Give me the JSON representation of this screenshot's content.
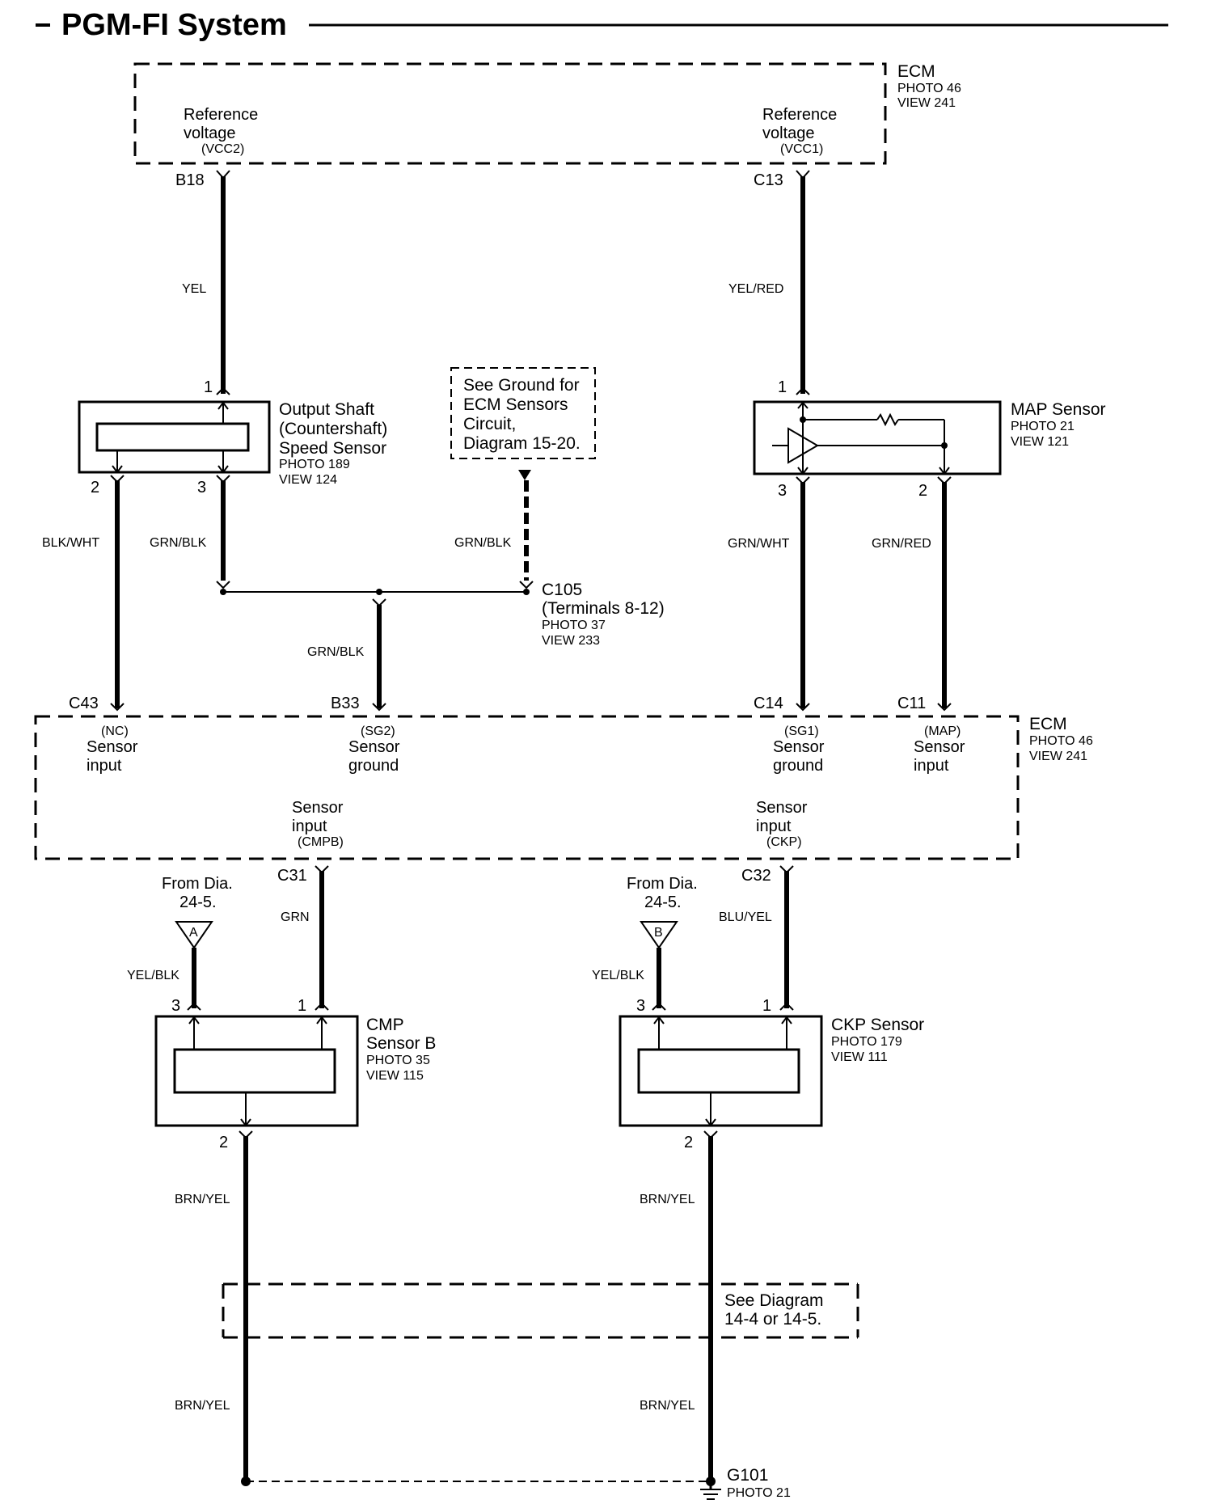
{
  "title": "PGM-FI System",
  "ecm_top": {
    "name": "ECM",
    "photo": "PHOTO 46",
    "view": "VIEW 241",
    "left_ref": {
      "line1": "Reference",
      "line2": "voltage",
      "code": "(VCC2)",
      "pin": "B18",
      "wire": "YEL"
    },
    "right_ref": {
      "line1": "Reference",
      "line2": "voltage",
      "code": "(VCC1)",
      "pin": "C13",
      "wire": "YEL/RED"
    }
  },
  "speed_sensor": {
    "line1": "Output Shaft",
    "line2": "(Countershaft)",
    "line3": "Speed Sensor",
    "photo": "PHOTO 189",
    "view": "VIEW 124",
    "pin1": "1",
    "pin2": "2",
    "pin3": "3",
    "wire_pin2": "BLK/WHT",
    "wire_pin3": "GRN/BLK"
  },
  "ground_note": {
    "line1": "See Ground for",
    "line2": "ECM Sensors",
    "line3": "Circuit,",
    "line4": "Diagram 15-20.",
    "wire": "GRN/BLK"
  },
  "c105": {
    "name": "C105",
    "terminals": "(Terminals 8-12)",
    "photo": "PHOTO 37",
    "view": "VIEW 233",
    "wire_down": "GRN/BLK"
  },
  "map_sensor": {
    "name": "MAP Sensor",
    "photo": "PHOTO 21",
    "view": "VIEW 121",
    "pin1": "1",
    "pin2": "2",
    "pin3": "3",
    "wire_pin3": "GRN/WHT",
    "wire_pin2": "GRN/RED"
  },
  "ecm_mid": {
    "name": "ECM",
    "photo": "PHOTO 46",
    "view": "VIEW 241",
    "pins": [
      {
        "pin": "C43",
        "code": "(NC)",
        "line1": "Sensor",
        "line2": "input"
      },
      {
        "pin": "B33",
        "code": "(SG2)",
        "line1": "Sensor",
        "line2": "ground"
      },
      {
        "pin": "C14",
        "code": "(SG1)",
        "line1": "Sensor",
        "line2": "ground"
      },
      {
        "pin": "C11",
        "code": "(MAP)",
        "line1": "Sensor",
        "line2": "input"
      }
    ],
    "lower_left": {
      "line1": "Sensor",
      "line2": "input",
      "code": "(CMPB)",
      "pin": "C31",
      "wire": "GRN"
    },
    "lower_right": {
      "line1": "Sensor",
      "line2": "input",
      "code": "(CKP)",
      "pin": "C32",
      "wire": "BLU/YEL"
    }
  },
  "cmp_sensor": {
    "line1": "CMP",
    "line2": "Sensor B",
    "photo": "PHOTO 35",
    "view": "VIEW 115",
    "pin1": "1",
    "pin2": "2",
    "pin3": "3",
    "from_line1": "From Dia.",
    "from_line2": "24-5.",
    "tag": "A",
    "wire_pin3": "YEL/BLK",
    "wire_pin2": "BRN/YEL",
    "wire_bottom": "BRN/YEL"
  },
  "ckp_sensor": {
    "name": "CKP Sensor",
    "photo": "PHOTO 179",
    "view": "VIEW 111",
    "pin1": "1",
    "pin2": "2",
    "pin3": "3",
    "from_line1": "From Dia.",
    "from_line2": "24-5.",
    "tag": "B",
    "wire_pin3": "YEL/BLK",
    "wire_pin2": "BRN/YEL",
    "wire_bottom": "BRN/YEL"
  },
  "see_diagram": {
    "line1": "See Diagram",
    "line2": "14-4 or 14-5."
  },
  "g101": {
    "name": "G101",
    "photo": "PHOTO 21"
  }
}
